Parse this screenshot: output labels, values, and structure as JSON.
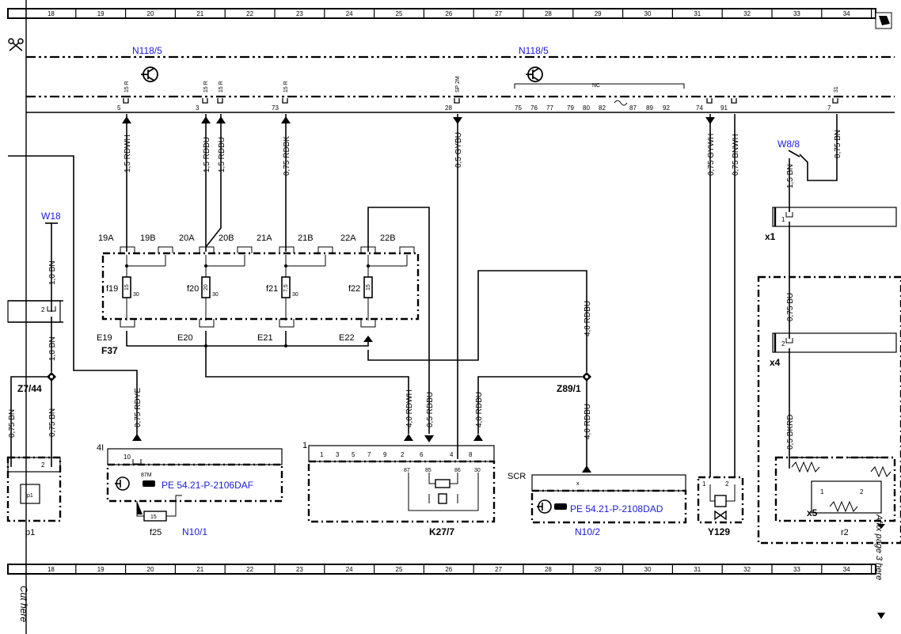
{
  "grid_columns": [
    "18",
    "19",
    "20",
    "21",
    "22",
    "23",
    "24",
    "25",
    "26",
    "27",
    "28",
    "29",
    "30",
    "31",
    "32",
    "33",
    "34"
  ],
  "bus_top": {
    "label_left": "N118/5",
    "label_right": "N118/5",
    "pins": [
      "5",
      "3",
      "73",
      "28",
      "75",
      "76",
      "77",
      "79",
      "80",
      "82",
      "87",
      "89",
      "92",
      "74",
      "91",
      "7"
    ],
    "pin_tags": [
      "15 R",
      "15 R",
      "15 R",
      "15 R",
      "SP 2M",
      "31",
      "NC"
    ]
  },
  "wires": [
    "1,5 RDWH",
    "1,5 RDBU",
    "1,5 RDBU",
    "0,75 RDBK",
    "0,5 GYBU",
    "0,75 GYWH",
    "0,75 BNWH",
    "0,75 BN",
    "1,5 BN",
    "0,75 BU",
    "0,5 BKRD",
    "1,0 BN",
    "1,0 BN",
    "0,75 BN",
    "0,75 RDYE",
    "4,0 RDWH",
    "0,5 RDBU",
    "4,0 RDBU",
    "4,0 RDBU",
    "4,0 RDBU",
    "0,75 BN"
  ],
  "fuse_block": {
    "label": "F37",
    "fuses": [
      "f19",
      "f20",
      "f21",
      "f22"
    ],
    "ratings": [
      "15",
      "20",
      "7,5",
      "15"
    ],
    "sub": "30",
    "top_pins": [
      "19A",
      "19B",
      "20A",
      "20B",
      "21A",
      "21B",
      "22A",
      "22B"
    ],
    "bottom_pins": [
      "E19",
      "E20",
      "E21",
      "E22"
    ]
  },
  "labels": {
    "w18": "W18",
    "w88": "W8/8",
    "z744": "Z7/44",
    "z891": "Z89/1",
    "x1": "x1",
    "x4": "x4",
    "x5": "x5",
    "k277": "K27/7",
    "n101": "N10/1",
    "n102": "N10/2",
    "y129": "Y129",
    "f25": "f25",
    "f25_rating": "15",
    "r2": "r2",
    "scr": "SCR",
    "p1": "p1",
    "n101_top": "4I",
    "n101_pin": "10",
    "n101_sub": "87M",
    "k277_top": "1",
    "k277_pins": [
      "1",
      "3",
      "5",
      "7",
      "9",
      "2",
      "6",
      "4",
      "8"
    ],
    "k277_bottom": [
      "87",
      "85",
      "86",
      "30"
    ],
    "n102_x": "x",
    "y129_pins": [
      "1",
      "2"
    ],
    "x1_pin": "1",
    "x4_pin": "2",
    "x5_pins": [
      "1",
      "2"
    ],
    "left_pin": "2",
    "left_bot_pin": "2"
  },
  "refs": {
    "n101_ref": "PE 54.21-P-2106DAF",
    "n102_ref": "PE 54.21-P-2108DAD"
  },
  "margin": {
    "cut_here": "Cut here",
    "affix": "Affix page 3 here"
  },
  "colors": {
    "reference_blue": "#1a1adc",
    "ink": "#000000"
  }
}
